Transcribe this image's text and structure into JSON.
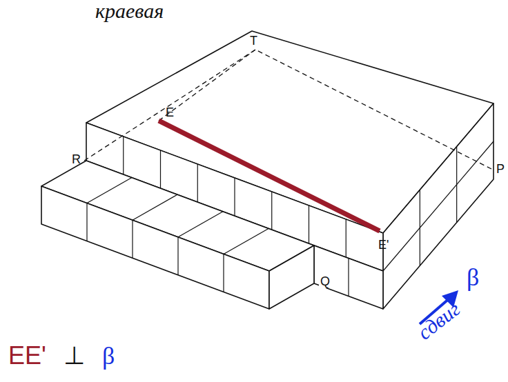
{
  "diagram": {
    "labels": [
      "краевая",
      "T",
      "E",
      "R",
      "P",
      "E'",
      "Q",
      "β",
      "сдвиг",
      "EE'",
      "⊥",
      "β"
    ]
  }
}
